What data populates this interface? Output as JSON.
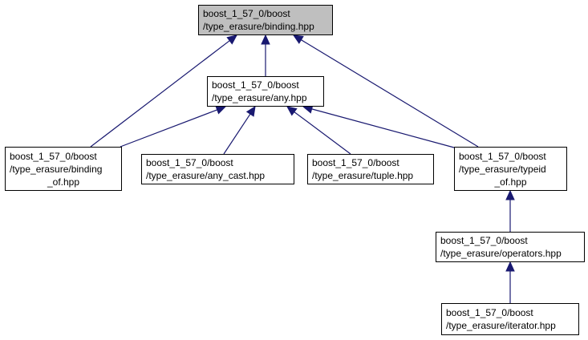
{
  "nodes": {
    "binding": {
      "lines": [
        "boost_1_57_0/boost",
        "/type_erasure/binding.hpp"
      ]
    },
    "any": {
      "lines": [
        "boost_1_57_0/boost",
        "/type_erasure/any.hpp"
      ]
    },
    "binding_of": {
      "lines": [
        "boost_1_57_0/boost",
        "/type_erasure/binding",
        "_of.hpp"
      ]
    },
    "any_cast": {
      "lines": [
        "boost_1_57_0/boost",
        "/type_erasure/any_cast.hpp"
      ]
    },
    "tuple": {
      "lines": [
        "boost_1_57_0/boost",
        "/type_erasure/tuple.hpp"
      ]
    },
    "typeid_of": {
      "lines": [
        "boost_1_57_0/boost",
        "/type_erasure/typeid",
        "_of.hpp"
      ]
    },
    "operators": {
      "lines": [
        "boost_1_57_0/boost",
        "/type_erasure/operators.hpp"
      ]
    },
    "iterator": {
      "lines": [
        "boost_1_57_0/boost",
        "/type_erasure/iterator.hpp"
      ]
    }
  },
  "edges": [
    {
      "from": "any",
      "to": "binding"
    },
    {
      "from": "binding_of",
      "to": "binding"
    },
    {
      "from": "typeid_of",
      "to": "binding"
    },
    {
      "from": "binding_of",
      "to": "any"
    },
    {
      "from": "any_cast",
      "to": "any"
    },
    {
      "from": "tuple",
      "to": "any"
    },
    {
      "from": "typeid_of",
      "to": "any"
    },
    {
      "from": "operators",
      "to": "typeid_of"
    },
    {
      "from": "iterator",
      "to": "operators"
    }
  ],
  "colors": {
    "edge": "#191970",
    "root_fill": "#bfbfbf",
    "node_fill": "#ffffff",
    "node_border": "#000000"
  }
}
